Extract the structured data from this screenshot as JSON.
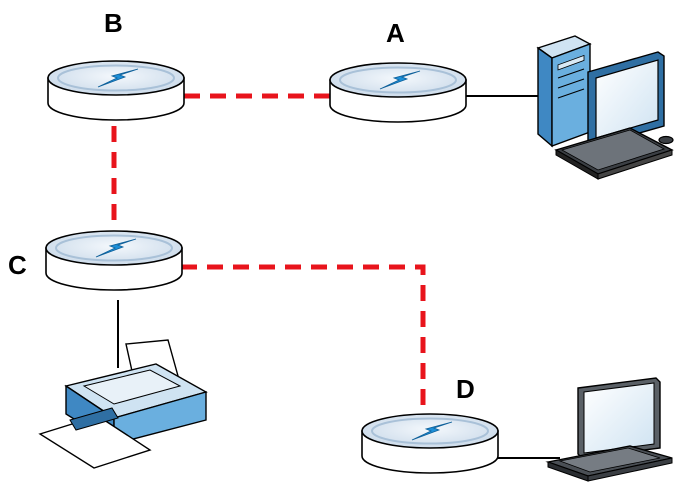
{
  "nodes": {
    "b": {
      "label": "B"
    },
    "a": {
      "label": "A"
    },
    "c": {
      "label": "C"
    },
    "d": {
      "label": "D"
    }
  },
  "devices": {
    "desktop": "desktop-computer-icon",
    "printer": "printer-icon",
    "laptop": "laptop-icon"
  },
  "colors": {
    "wireless_link": "#e8141c",
    "wired_link": "#000000",
    "node_top": "#dfe9f3",
    "node_ring": "#b9cde0",
    "bolt": "#1d8fd8",
    "device_blue": "#5ba3d6",
    "screen": "#6fb8e6"
  }
}
